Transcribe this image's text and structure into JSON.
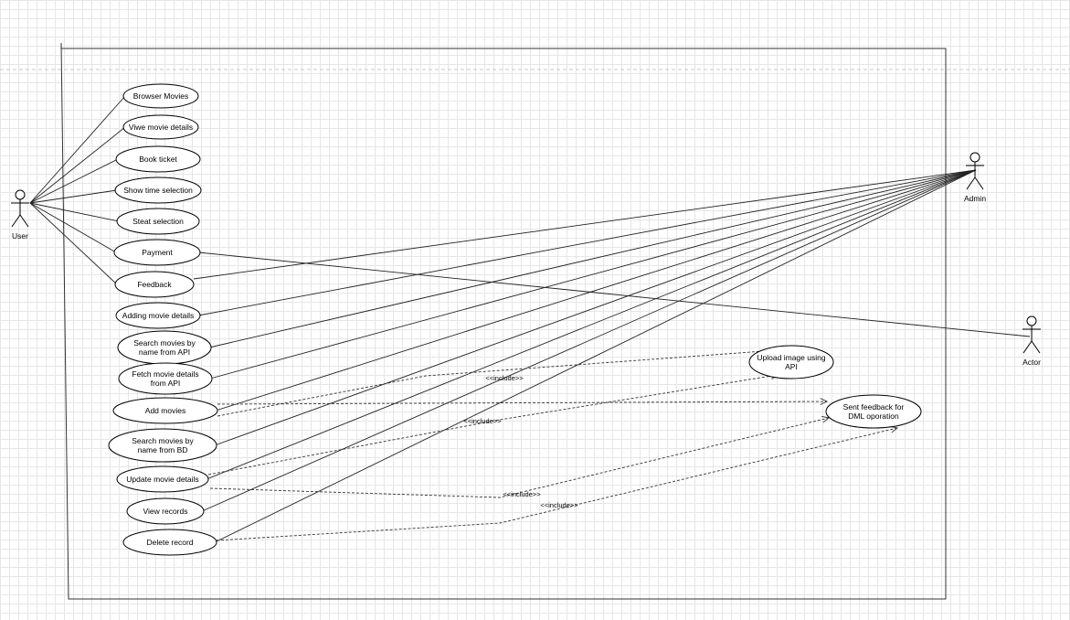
{
  "actors": [
    {
      "id": "user",
      "label": "User"
    },
    {
      "id": "admin",
      "label": "Admin"
    },
    {
      "id": "actor",
      "label": "Actor"
    }
  ],
  "use_cases": [
    {
      "id": "browser-movies",
      "lines": [
        "Browser Movies"
      ]
    },
    {
      "id": "viwe-movie-details",
      "lines": [
        "Viwe movie details"
      ]
    },
    {
      "id": "book-ticket",
      "lines": [
        "Book ticket"
      ]
    },
    {
      "id": "show-time-selection",
      "lines": [
        "Show time selection"
      ]
    },
    {
      "id": "steat-selection",
      "lines": [
        "Steat selection"
      ]
    },
    {
      "id": "payment",
      "lines": [
        "Payment"
      ]
    },
    {
      "id": "feedback",
      "lines": [
        "Feedback"
      ]
    },
    {
      "id": "adding-movie-details",
      "lines": [
        "Adding movie details"
      ]
    },
    {
      "id": "search-movies-api",
      "lines": [
        "Search movies by",
        "name from API"
      ]
    },
    {
      "id": "fetch-movie-details",
      "lines": [
        "Fetch movie  details",
        "from API"
      ]
    },
    {
      "id": "add-movies",
      "lines": [
        "Add movies"
      ]
    },
    {
      "id": "search-movies-bd",
      "lines": [
        "Search movies by",
        "name from BD"
      ]
    },
    {
      "id": "update-movie-details",
      "lines": [
        "Update movie details"
      ]
    },
    {
      "id": "view-records",
      "lines": [
        "View records"
      ]
    },
    {
      "id": "delete-record",
      "lines": [
        "Delete record"
      ]
    },
    {
      "id": "upload-image",
      "lines": [
        "Upload image using",
        "API"
      ]
    },
    {
      "id": "sent-feedback",
      "lines": [
        "Sent feedback for",
        "DML oporation"
      ]
    }
  ],
  "associations": [
    {
      "actor": "user",
      "use_case": "browser-movies"
    },
    {
      "actor": "user",
      "use_case": "viwe-movie-details"
    },
    {
      "actor": "user",
      "use_case": "book-ticket"
    },
    {
      "actor": "user",
      "use_case": "show-time-selection"
    },
    {
      "actor": "user",
      "use_case": "steat-selection"
    },
    {
      "actor": "user",
      "use_case": "payment"
    },
    {
      "actor": "user",
      "use_case": "feedback"
    },
    {
      "actor": "admin",
      "use_case": "feedback"
    },
    {
      "actor": "admin",
      "use_case": "adding-movie-details"
    },
    {
      "actor": "admin",
      "use_case": "search-movies-api"
    },
    {
      "actor": "admin",
      "use_case": "fetch-movie-details"
    },
    {
      "actor": "admin",
      "use_case": "add-movies"
    },
    {
      "actor": "admin",
      "use_case": "search-movies-bd"
    },
    {
      "actor": "admin",
      "use_case": "update-movie-details"
    },
    {
      "actor": "admin",
      "use_case": "view-records"
    },
    {
      "actor": "admin",
      "use_case": "delete-record"
    },
    {
      "actor": "actor",
      "use_case": "payment"
    }
  ],
  "includes": [
    {
      "from": "add-movies",
      "to": "upload-image",
      "label": "<<include>>"
    },
    {
      "from": "add-movies",
      "to": "sent-feedback",
      "label": ""
    },
    {
      "from": "update-movie-details",
      "to": "upload-image",
      "label": "<<include>>"
    },
    {
      "from": "update-movie-details",
      "to": "sent-feedback",
      "label": "<<include>>"
    },
    {
      "from": "delete-record",
      "to": "sent-feedback",
      "label": "<<include>>"
    }
  ]
}
